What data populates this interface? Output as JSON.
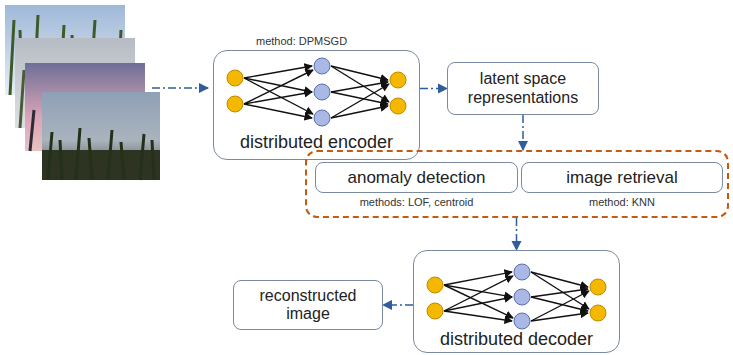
{
  "diagram": {
    "nodes": [
      {
        "text": [
          "method: DPMSGD",
          "distributed encoder"
        ]
      },
      {
        "text": [
          "latent space representations"
        ]
      },
      {
        "text": []
      },
      {
        "text": [
          "anomaly detection",
          "methods: LOF, centroid"
        ],
        "in": 2
      },
      {
        "text": [
          "image retrieval",
          "method: KNN"
        ],
        "in": 2
      },
      {
        "text": [
          "distributed decoder"
        ]
      },
      {
        "text": [
          "reconstructed image"
        ]
      }
    ],
    "edges": [
      {
        "from": 0,
        "to": 1,
        "arrow": "to"
      },
      {
        "from": 1,
        "to": 2,
        "arrow": "to"
      },
      {
        "from": 2,
        "to": 5,
        "arrow": "to"
      },
      {
        "from": 5,
        "to": 6,
        "arrow": "to"
      }
    ]
  }
}
